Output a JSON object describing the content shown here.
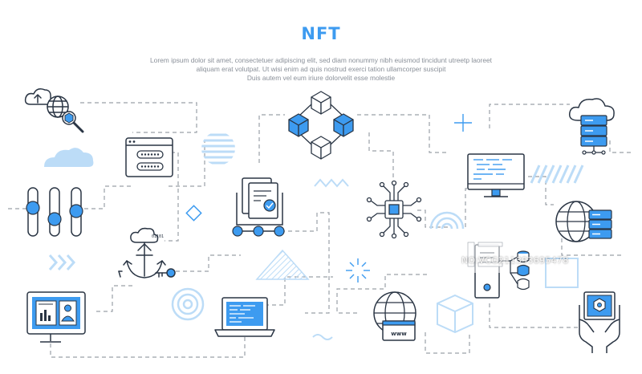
{
  "title": "NFT",
  "description": {
    "line1": "Lorem ipsum dolor sit amet, consectetuer adipiscing elit, sed diam nonummy nibh euismod tincidunt utreetp laoreet",
    "line2": "aliquam erat volutpat. Ut wisi enim ad  quis nostrud exerci tation ullamcorper suscipit",
    "line3": "Duis autem vel eum iriure dolorvelit esse molestie"
  },
  "labels": {
    "browser_www": "www",
    "key_bits": "01101"
  },
  "watermark": "NO:VCG211393695478",
  "colors": {
    "accent": "#3d9bf0",
    "accent_light": "#bcdcf7",
    "outline": "#2a3544",
    "dash": "#9aa0a8",
    "text": "#8a9099"
  },
  "icons": [
    "cloud-upload-globe-search-icon",
    "password-login-window-icon",
    "equalizer-sliders-icon",
    "anchor-cloud-key-icon",
    "computer-profile-icon",
    "blockchain-cubes-icon",
    "document-checklist-icon",
    "laptop-code-icon",
    "microchip-circuit-icon",
    "globe-browser-www-icon",
    "monitor-code-icon",
    "cloud-server-icon",
    "globe-server-icon",
    "server-database-icon",
    "hands-holding-nft-icon"
  ]
}
